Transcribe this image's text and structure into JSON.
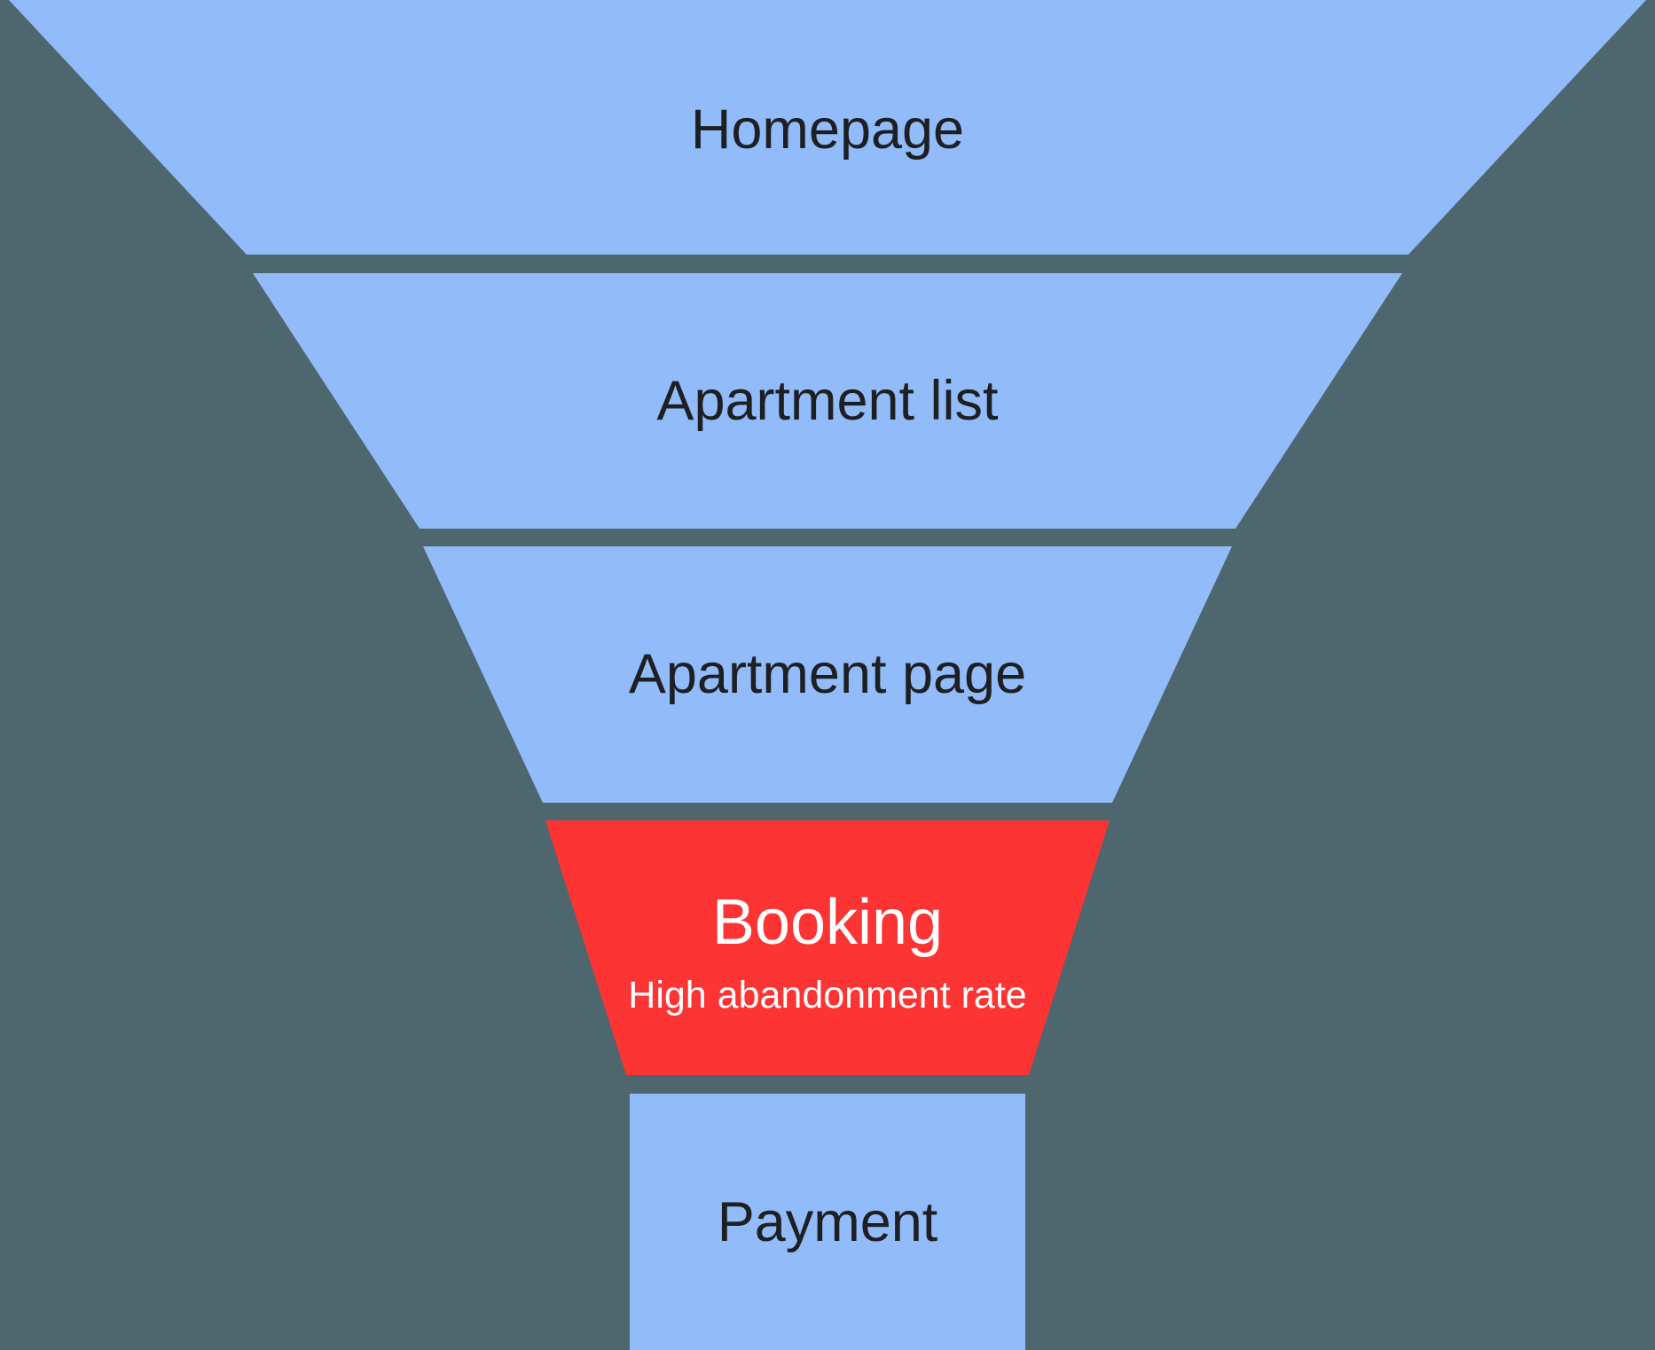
{
  "chart_data": {
    "type": "funnel",
    "orientation": "top-down",
    "legend": "none",
    "grid": false,
    "stages": [
      {
        "label": "Homepage",
        "color": "#92bbfa",
        "text_color": "#1e1f22",
        "highlighted": false
      },
      {
        "label": "Apartment list",
        "color": "#92bbfa",
        "text_color": "#1e1f22",
        "highlighted": false
      },
      {
        "label": "Apartment page",
        "color": "#92bbfa",
        "text_color": "#1e1f22",
        "highlighted": false
      },
      {
        "label": "Booking",
        "sublabel": "High abandonment rate",
        "color": "#fc3434",
        "text_color": "#ffffff",
        "highlighted": true
      },
      {
        "label": "Payment",
        "color": "#92bbfa",
        "text_color": "#1e1f22",
        "highlighted": false
      }
    ],
    "colors": {
      "background": "#4e666e",
      "stage_fill": "#92bbfa",
      "highlight_fill": "#fc3434",
      "label_dark": "#1e1f22",
      "label_light": "#ffffff"
    }
  }
}
